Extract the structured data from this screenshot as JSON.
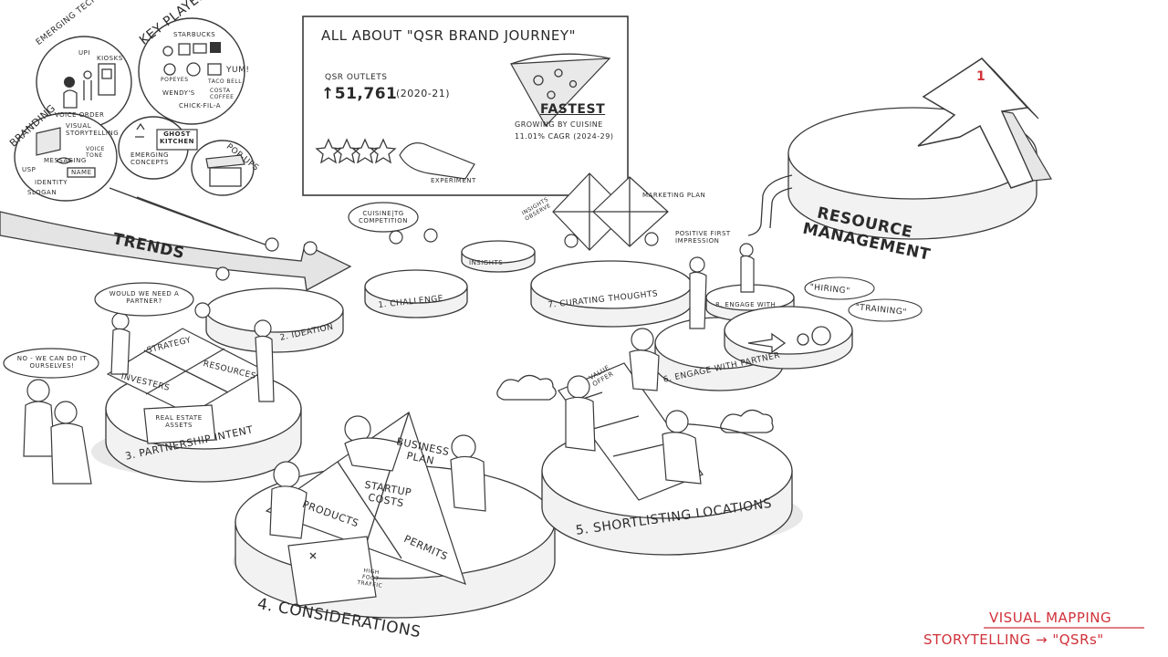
{
  "header_board": {
    "title": "ALL ABOUT \"QSR BRAND JOURNEY\"",
    "outlets_label": "QSR OUTLETS",
    "outlets_value": "↑51,761",
    "outlets_period": "(2020-21)",
    "fastest_label": "FASTEST",
    "fastest_sub": "GROWING BY CUISINE",
    "fastest_cagr": "11.01% CAGR (2024-29)"
  },
  "emerging_tech": {
    "title": "EMERGING TECHNOLOGIES",
    "items": [
      "UPI",
      "KIOSKS",
      "VOICE ORDER"
    ]
  },
  "key_players": {
    "title": "KEY PLAYERS",
    "items": [
      "STARBUCKS",
      "POPEYES",
      "TACO BELL",
      "YUM!",
      "WENDY'S",
      "COSTA COFFEE",
      "CHICK-FIL-A"
    ]
  },
  "branding": {
    "title": "BRANDING",
    "items": [
      "VISUAL STORYTELLING",
      "MESSAGING",
      "VOICE TONE",
      "USP",
      "NAME",
      "IDENTITY",
      "SLOGAN"
    ]
  },
  "ghost_kitchen": {
    "title": "GHOST KITCHEN",
    "sub": "EMERGING CONCEPTS"
  },
  "popups": {
    "title": "POP-UPS"
  },
  "trends": "TRENDS",
  "stages": [
    {
      "label": "1. CHALLENGE"
    },
    {
      "label": "2. IDEATION"
    },
    {
      "label": "3. PARTNERSHIP INTENT"
    },
    {
      "label": "4. CONSIDERATIONS"
    },
    {
      "label": "5. SHORTLISTING LOCATIONS"
    },
    {
      "label": "6. ENGAGE WITH PARTNER"
    },
    {
      "label": "7. CURATING THOUGHTS"
    },
    {
      "label": "8. ENGAGE WITH"
    }
  ],
  "small_labels": {
    "experiment": "EXPERIMENT",
    "insights": "INSIGHTS",
    "insights_observe": "INSIGHTS OBSERVE",
    "cuisine_bubble": "CUISINE|TG COMPETITION",
    "marketing_plan": "MARKETING PLAN",
    "positive_first": "POSITIVE FIRST IMPRESSION",
    "hiring": "\"HIRING\"",
    "training": "\"TRAINING\"",
    "partner_bubble": "WOULD WE NEED A PARTNER?",
    "ourselves_bubble": "NO - WE CAN DO IT OURSELVES!",
    "value_offer": "VALUE OFFER",
    "high_foot_traffic": "HIGH FOOT TRAFFIC"
  },
  "puzzle_partnership": [
    "STRATEGY",
    "RESOURCES",
    "INVESTERS",
    "REAL ESTATE ASSETS"
  ],
  "puzzle_considerations": [
    "BUSINESS PLAN",
    "STARTUP COSTS",
    "PRODUCTS",
    "PERMITS"
  ],
  "resource_management": "RESOURCE MANAGEMENT",
  "arrow_number": "1",
  "footer": {
    "line1": "VISUAL MAPPING",
    "line2": "STORYTELLING → \"QSRs\""
  }
}
